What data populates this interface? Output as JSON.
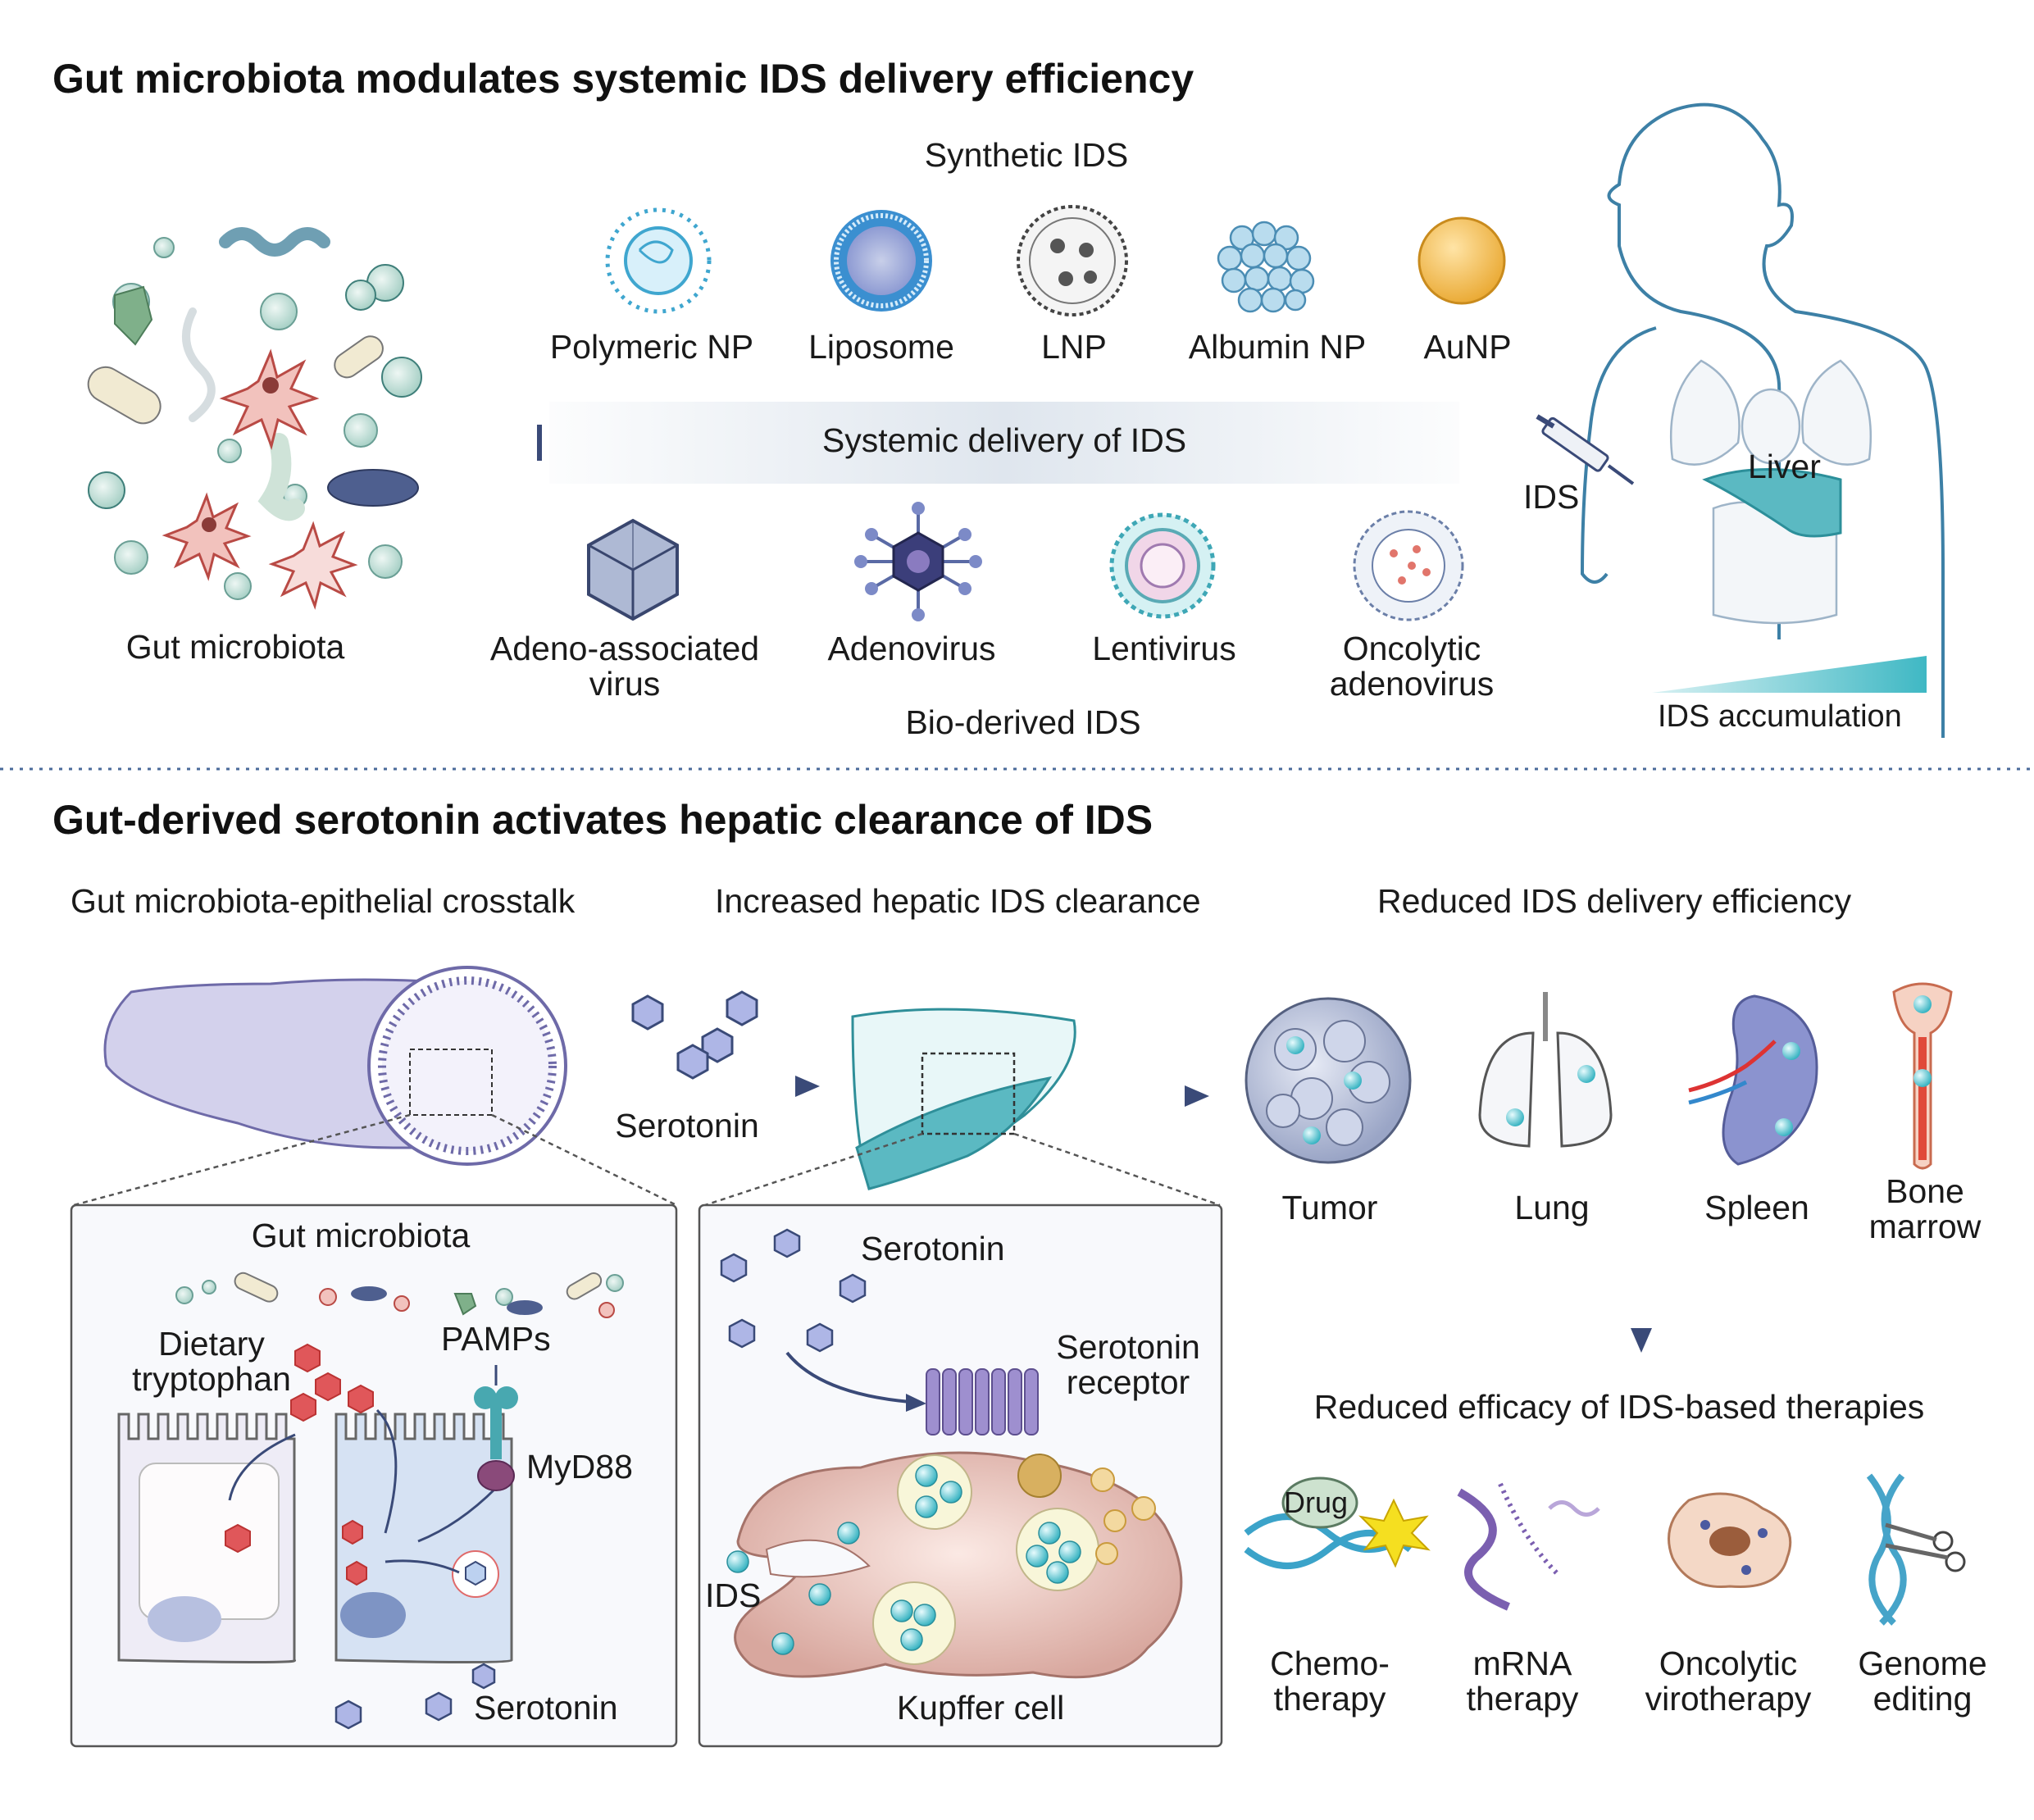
{
  "top": {
    "title": "Gut microbiota modulates systemic IDS delivery efficiency",
    "synthetic_header": "Synthetic IDS",
    "synthetic_items": [
      "Polymeric NP",
      "Liposome",
      "LNP",
      "Albumin NP",
      "AuNP"
    ],
    "delivery_label": "Systemic delivery of IDS",
    "bio_items": [
      "Adeno-associated\nvirus",
      "Adenovirus",
      "Lentivirus",
      "Oncolytic\nadenovirus"
    ],
    "bio_header": "Bio-derived IDS",
    "gut_label": "Gut microbiota",
    "liver_label": "Liver",
    "ids_label": "IDS",
    "accumulation_label": "IDS accumulation"
  },
  "bottom": {
    "title": "Gut-derived serotonin activates hepatic clearance of IDS",
    "step_headers": [
      "Gut microbiota-epithelial crosstalk",
      "Increased hepatic IDS clearance",
      "Reduced IDS delivery efficiency"
    ],
    "serotonin_arrow_label": "Serotonin",
    "organs": [
      "Tumor",
      "Lung",
      "Spleen",
      "Bone\nmarrow"
    ],
    "efficacy_label": "Reduced efficacy of IDS-based therapies",
    "therapies": [
      "Chemo-\ntherapy",
      "mRNA\ntherapy",
      "Oncolytic\nvirotherapy",
      "Genome\nediting"
    ],
    "drug_label": "Drug",
    "gut_panel": {
      "title": "Gut microbiota",
      "dietary": "Dietary\ntryptophan",
      "pamps": "PAMPs",
      "myd88": "MyD88",
      "serotonin": "Serotonin"
    },
    "liver_panel": {
      "serotonin": "Serotonin",
      "receptor": "Serotonin\nreceptor",
      "ids": "IDS",
      "kupffer": "Kupffer cell"
    }
  },
  "colors": {
    "teal": "#58c3cf",
    "liver": "#5bb9c2",
    "navy": "#3a4a78",
    "serotonin_red": "#e0575a",
    "serotonin_blue": "#8d9ed6",
    "purple": "#8a7bc0"
  }
}
